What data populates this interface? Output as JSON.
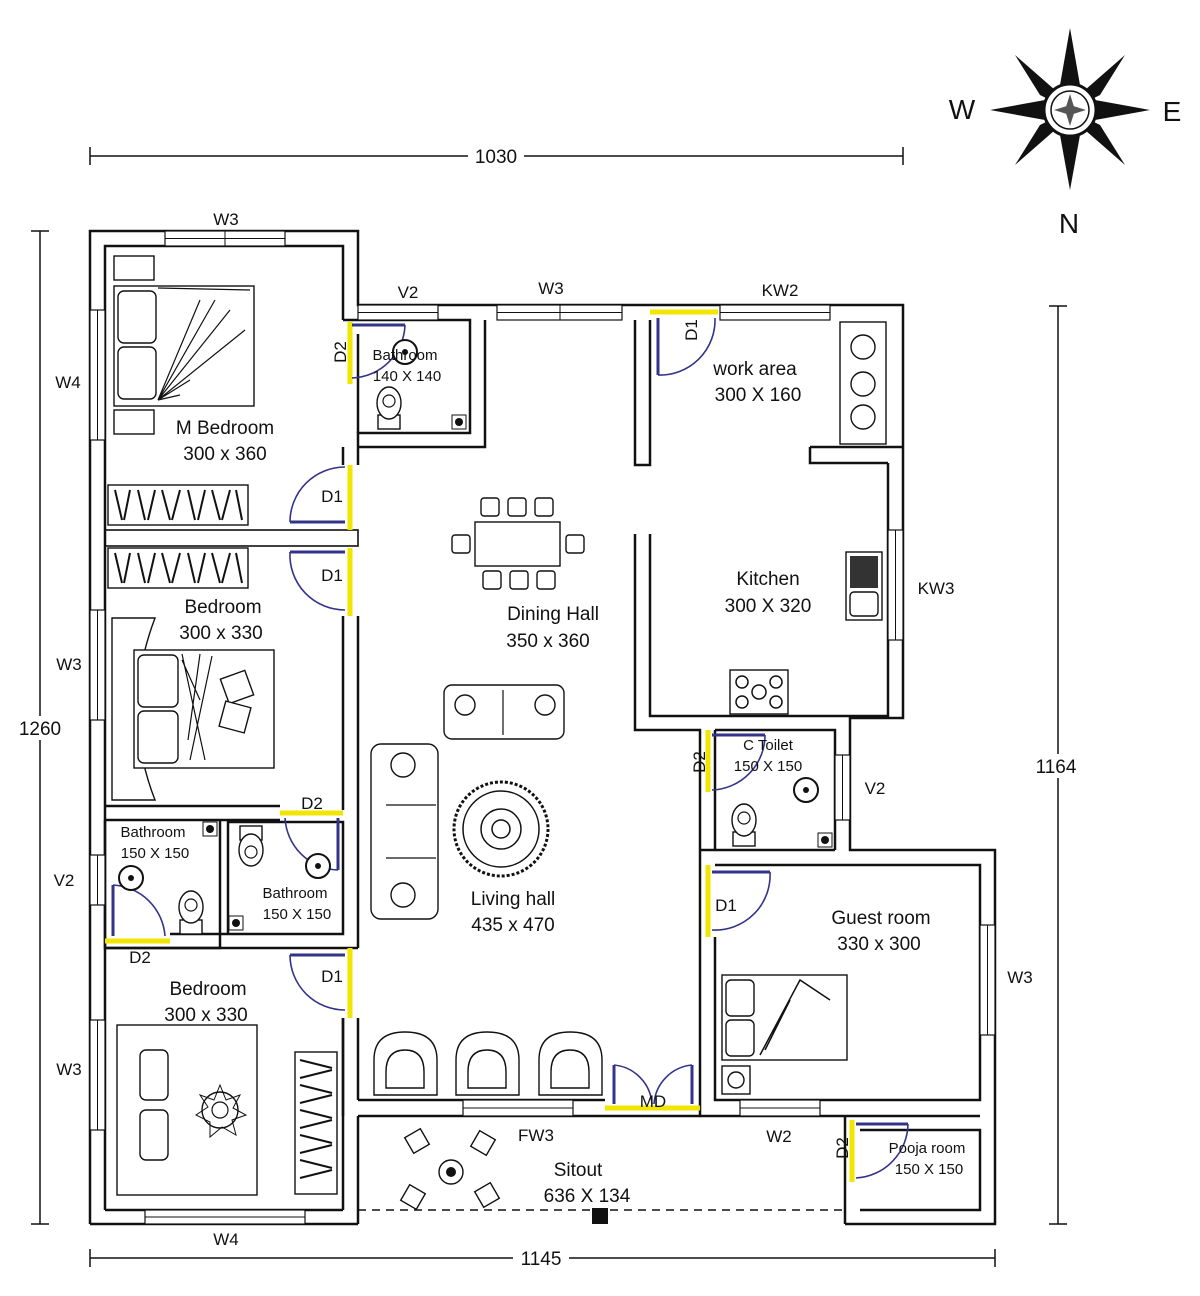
{
  "compass": {
    "west": "W",
    "east": "E",
    "north": "N"
  },
  "dimensions": {
    "top": "1030",
    "left": "1260",
    "right": "1164",
    "bottom": "1145"
  },
  "rooms": {
    "m_bedroom": {
      "name": "M Bedroom",
      "size": "300 x 360"
    },
    "bathroom_top": {
      "name": "Bathroom",
      "size": "140 X 140"
    },
    "work_area": {
      "name": "work area",
      "size": "300 X 160"
    },
    "dining_hall": {
      "name": "Dining Hall",
      "size": "350 x 360"
    },
    "kitchen": {
      "name": "Kitchen",
      "size": "300 X 320"
    },
    "bedroom_middle": {
      "name": "Bedroom",
      "size": "300 x 330"
    },
    "c_toilet": {
      "name": "C Toilet",
      "size": "150 X 150"
    },
    "bathroom_left": {
      "name": "Bathroom",
      "size": "150 X 150"
    },
    "bathroom_right": {
      "name": "Bathroom",
      "size": "150 X 150"
    },
    "living_hall": {
      "name": "Living hall",
      "size": "435 x 470"
    },
    "guest_room": {
      "name": "Guest room",
      "size": "330 x 300"
    },
    "bedroom_bottom": {
      "name": "Bedroom",
      "size": "300 x 330"
    },
    "sitout": {
      "name": "Sitout",
      "size": "636 X 134"
    },
    "pooja_room": {
      "name": "Pooja room",
      "size": "150 X 150"
    }
  },
  "labels": {
    "w3": "W3",
    "w4": "W4",
    "v2": "V2",
    "kw2": "KW2",
    "kw3": "KW3",
    "d1": "D1",
    "d2": "D2",
    "w2": "W2",
    "fw3": "FW3",
    "md": "MD"
  }
}
